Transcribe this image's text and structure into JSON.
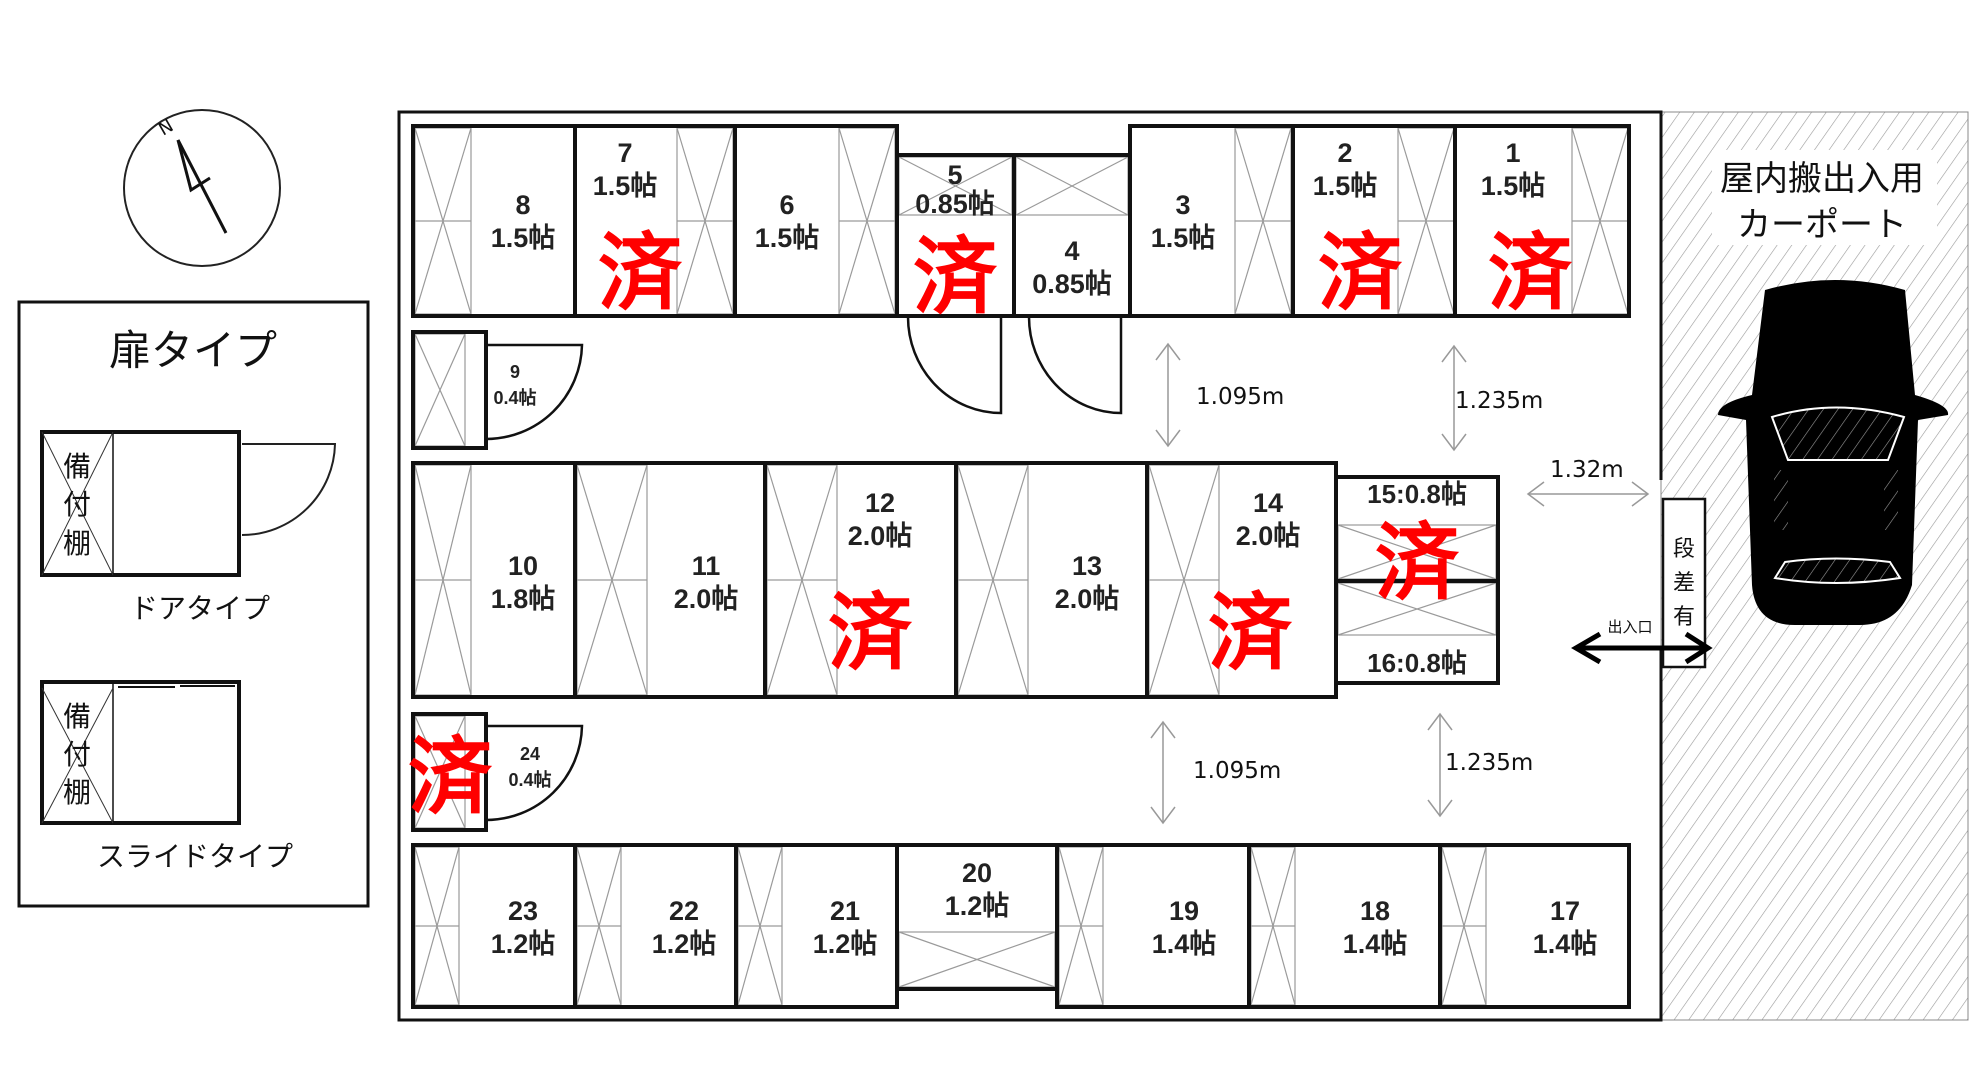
{
  "compass": {
    "north_label": "N"
  },
  "legend": {
    "title": "扉タイプ",
    "shelf_label": [
      "備",
      "付",
      "棚"
    ],
    "door_type": "ドアタイプ",
    "slide_type": "スライドタイプ"
  },
  "carport": {
    "line1": "屋内搬出入用",
    "line2": "カーポート"
  },
  "step": {
    "label": [
      "段",
      "差",
      "有"
    ]
  },
  "entrance": {
    "label": "出入口"
  },
  "dimensions": {
    "upper_left": "1.095m",
    "upper_right": "1.235m",
    "lower_left": "1.095m",
    "lower_right": "1.235m",
    "entrance_gap": "1.32m"
  },
  "sold_mark": "済",
  "colors": {
    "sold": "#ff0000",
    "line": "#111111",
    "shelf": "#9a9a9a"
  },
  "units": [
    {
      "id": "1",
      "number": "1",
      "size": "1.5帖",
      "sold": true
    },
    {
      "id": "2",
      "number": "2",
      "size": "1.5帖",
      "sold": true
    },
    {
      "id": "3",
      "number": "3",
      "size": "1.5帖",
      "sold": false
    },
    {
      "id": "4",
      "number": "4",
      "size": "0.85帖",
      "sold": false
    },
    {
      "id": "5",
      "number": "5",
      "size": "0.85帖",
      "sold": true
    },
    {
      "id": "6",
      "number": "6",
      "size": "1.5帖",
      "sold": false
    },
    {
      "id": "7",
      "number": "7",
      "size": "1.5帖",
      "sold": true
    },
    {
      "id": "8",
      "number": "8",
      "size": "1.5帖",
      "sold": false
    },
    {
      "id": "9",
      "number": "9",
      "size": "0.4帖",
      "sold": false
    },
    {
      "id": "10",
      "number": "10",
      "size": "1.8帖",
      "sold": false
    },
    {
      "id": "11",
      "number": "11",
      "size": "2.0帖",
      "sold": false
    },
    {
      "id": "12",
      "number": "12",
      "size": "2.0帖",
      "sold": true
    },
    {
      "id": "13",
      "number": "13",
      "size": "2.0帖",
      "sold": false
    },
    {
      "id": "14",
      "number": "14",
      "size": "2.0帖",
      "sold": true
    },
    {
      "id": "15",
      "number": "15",
      "size": "0.8帖",
      "sold": true
    },
    {
      "id": "16",
      "number": "16",
      "size": "0.8帖",
      "sold": false
    },
    {
      "id": "17",
      "number": "17",
      "size": "1.4帖",
      "sold": false
    },
    {
      "id": "18",
      "number": "18",
      "size": "1.4帖",
      "sold": false
    },
    {
      "id": "19",
      "number": "19",
      "size": "1.4帖",
      "sold": false
    },
    {
      "id": "20",
      "number": "20",
      "size": "1.2帖",
      "sold": false
    },
    {
      "id": "21",
      "number": "21",
      "size": "1.2帖",
      "sold": false
    },
    {
      "id": "22",
      "number": "22",
      "size": "1.2帖",
      "sold": false
    },
    {
      "id": "23",
      "number": "23",
      "size": "1.2帖",
      "sold": false
    },
    {
      "id": "24",
      "number": "24",
      "size": "0.4帖",
      "sold": true
    }
  ]
}
